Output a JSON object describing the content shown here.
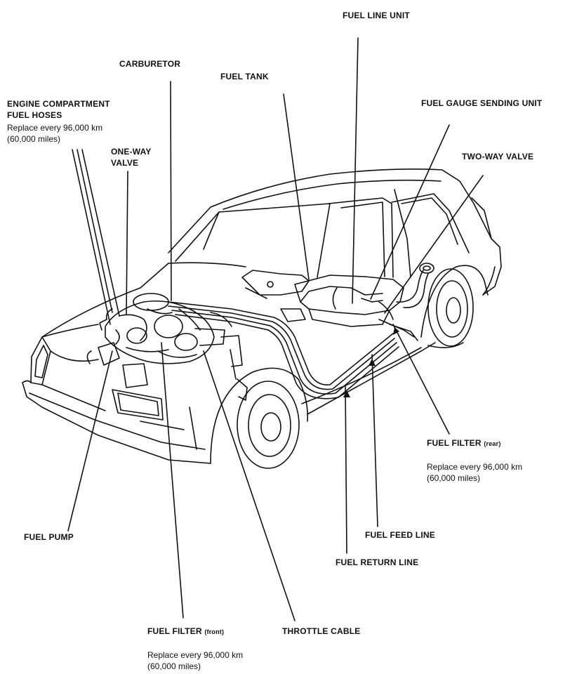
{
  "labels": {
    "fuel_line_unit": "FUEL LINE UNIT",
    "carburetor": "CARBURETOR",
    "fuel_tank": "FUEL TANK",
    "fuel_gauge_sending_unit": "FUEL GAUGE SENDING UNIT",
    "engine_hoses_line1": "ENGINE COMPARTMENT",
    "engine_hoses_line2": "FUEL HOSES",
    "engine_hoses_note1": "Replace every 96,000 km",
    "engine_hoses_note2": "(60,000 miles)",
    "one_way_valve_line1": "ONE-WAY",
    "one_way_valve_line2": "VALVE",
    "two_way_valve": "TWO-WAY VALVE",
    "fuel_filter_rear": "FUEL FILTER",
    "fuel_filter_rear_tag": "(rear)",
    "fuel_filter_rear_note1": "Replace every  96,000 km",
    "fuel_filter_rear_note2": "(60,000 miles)",
    "fuel_pump": "FUEL PUMP",
    "fuel_feed_line": "FUEL FEED LINE",
    "fuel_return_line": "FUEL RETURN LINE",
    "fuel_filter_front": "FUEL FILTER",
    "fuel_filter_front_tag": "(front)",
    "fuel_filter_front_note1": "Replace every 96,000 km",
    "fuel_filter_front_note2": "(60,000 miles)",
    "throttle_cable": "THROTTLE CABLE"
  }
}
